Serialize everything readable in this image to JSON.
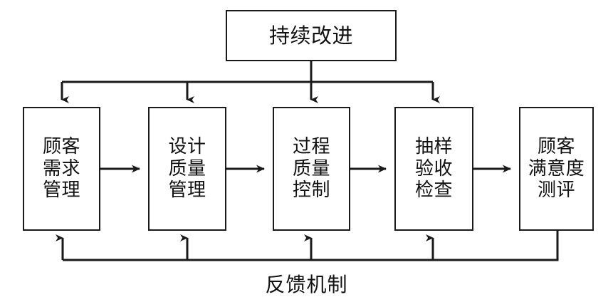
{
  "diagram": {
    "title_box": {
      "id": "continuous-improvement",
      "label": "持续改进"
    },
    "stages": [
      {
        "id": "customer-requirement-management",
        "label": "顾客\n需求\n管理"
      },
      {
        "id": "design-quality-management",
        "label": "设计\n质量\n管理"
      },
      {
        "id": "process-quality-control",
        "label": "过程\n质量\n控制"
      },
      {
        "id": "sampling-acceptance-inspection",
        "label": "抽样\n验收\n检查"
      },
      {
        "id": "customer-satisfaction-evaluation",
        "label": "顾客\n满意度\n测评"
      }
    ],
    "feedback": {
      "id": "feedback-mechanism",
      "label": "反馈机制"
    },
    "colors": {
      "stroke": "#1a1a1a",
      "text": "#111111",
      "background": "#ffffff"
    }
  }
}
